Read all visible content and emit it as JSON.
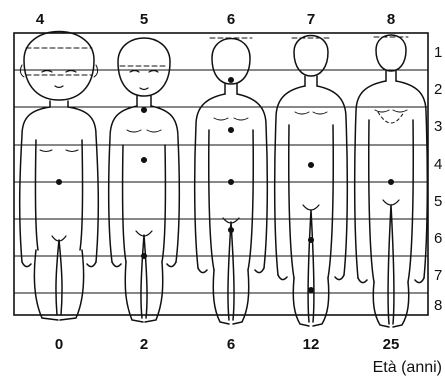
{
  "header_labels": [
    "4",
    "5",
    "6",
    "7",
    "8"
  ],
  "row_labels": [
    "1",
    "2",
    "3",
    "4",
    "5",
    "6",
    "7",
    "8"
  ],
  "age_labels": [
    "0",
    "2",
    "6",
    "12",
    "25"
  ],
  "caption": "Età (anni)",
  "colors": {
    "line": "#111111",
    "background": "#ffffff"
  }
}
